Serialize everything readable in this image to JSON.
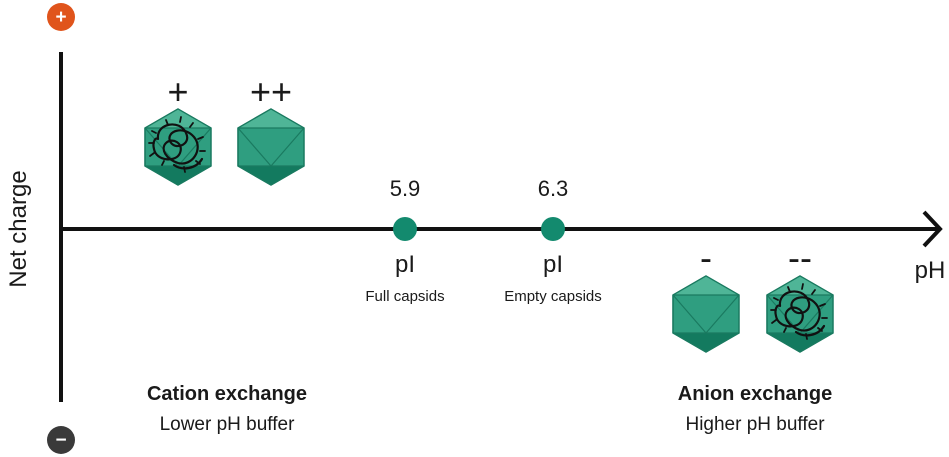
{
  "colors": {
    "axis": "#111111",
    "point": "#138a6e",
    "capsid_fill": "#2f9e80",
    "capsid_light": "#4fb597",
    "capsid_dark": "#137a5f",
    "capsid_stroke": "#1a7a60",
    "dna": "#111111",
    "positive_badge": "#e0541b",
    "negative_badge": "#3a3a3a"
  },
  "axes": {
    "y_label": "Net charge",
    "x_label": "pH",
    "positive_symbol": "+",
    "negative_symbol": "−"
  },
  "points": [
    {
      "value": "5.9",
      "symbol": "pI",
      "caption": "Full capsids"
    },
    {
      "value": "6.3",
      "symbol": "pI",
      "caption": "Empty capsids"
    }
  ],
  "capsids": [
    {
      "charge": "+",
      "type": "full",
      "icon": "full-capsid-icon"
    },
    {
      "charge": "++",
      "type": "empty",
      "icon": "empty-capsid-icon"
    },
    {
      "charge": "-",
      "type": "empty",
      "icon": "empty-capsid-icon"
    },
    {
      "charge": "--",
      "type": "full",
      "icon": "full-capsid-icon"
    }
  ],
  "regions": [
    {
      "title": "Cation exchange",
      "subtitle": "Lower pH buffer"
    },
    {
      "title": "Anion exchange",
      "subtitle": "Higher pH buffer"
    }
  ]
}
